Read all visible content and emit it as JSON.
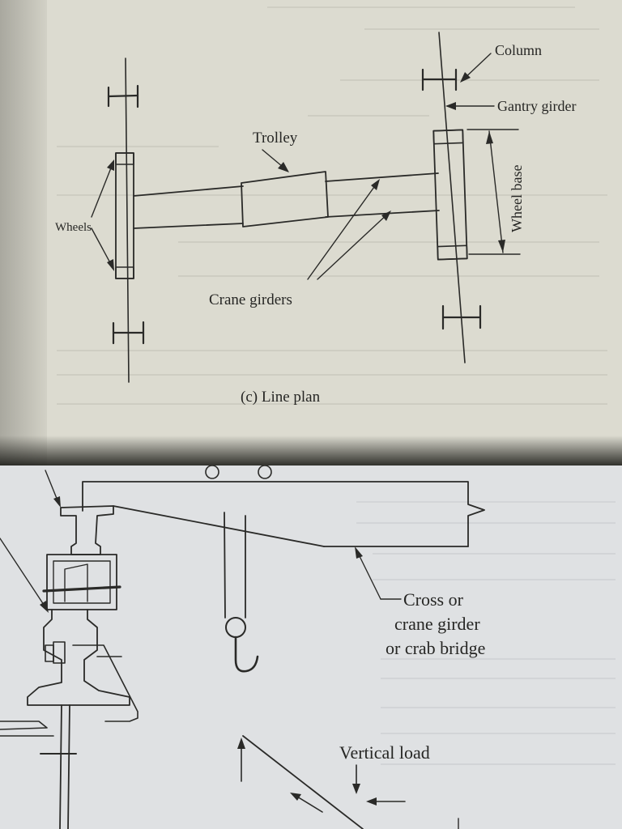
{
  "line_plan": {
    "labels": {
      "column": "Column",
      "gantry_girder": "Gantry girder",
      "trolley": "Trolley",
      "wheel_base": "Wheel base",
      "wheels": "Wheels",
      "crane_girders": "Crane girders"
    },
    "caption": "(c)  Line plan"
  },
  "section_view": {
    "labels": {
      "cross_girder_line1": "Cross or",
      "cross_girder_line2": "crane girder",
      "cross_girder_line3": "or crab bridge",
      "vertical_load": "Vertical load"
    }
  }
}
